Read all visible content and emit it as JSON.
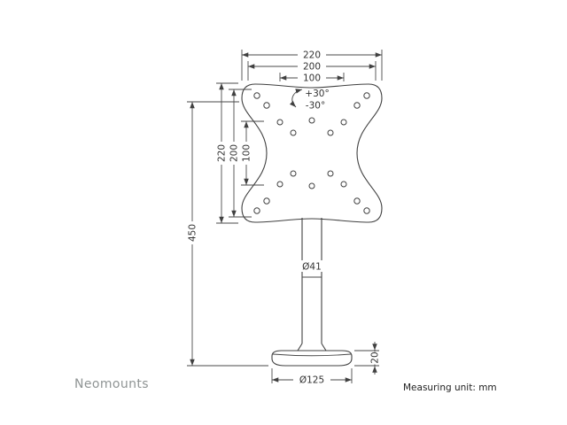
{
  "drawing": {
    "brand": "Neomounts",
    "unit_note": "Measuring unit: mm",
    "dims": {
      "top_width_outer": "220",
      "top_width_holes": "200",
      "top_width_inner": "100",
      "left_height_outer": "220",
      "left_height_holes": "200",
      "left_height_inner": "100",
      "total_height": "450",
      "pole_diameter": "Ø41",
      "base_thickness": "20",
      "base_diameter": "Ø125",
      "tilt_up": "+30°",
      "tilt_down": "-30°"
    }
  }
}
